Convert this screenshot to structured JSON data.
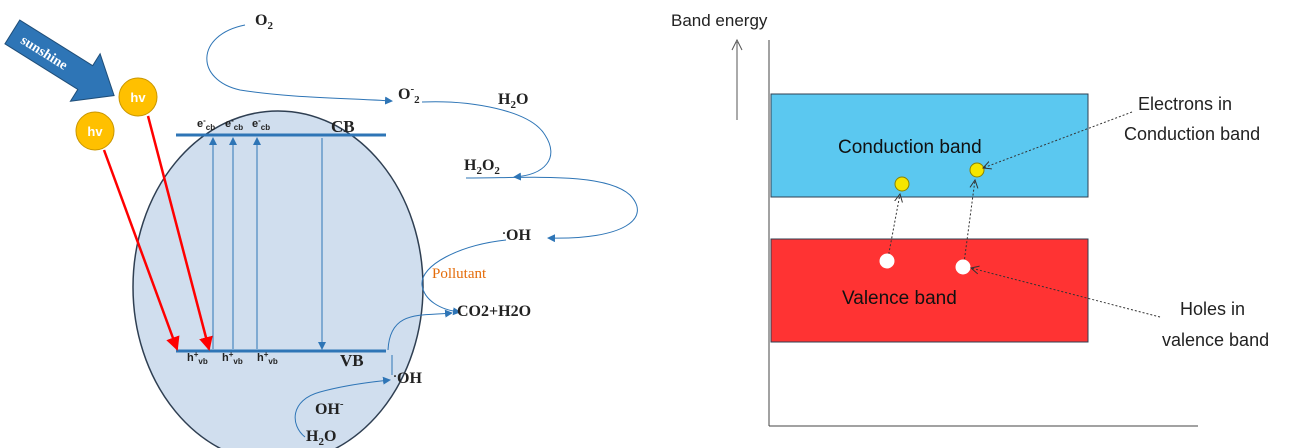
{
  "left": {
    "sunshine": "sunshine",
    "hv": "hv",
    "cb": "CB",
    "vb": "VB",
    "e_base": "e",
    "e_sup": "-",
    "e_sub": "cb",
    "h_base": "h",
    "h_sup": "+",
    "h_sub": "vb",
    "o2_base": "O",
    "o2_sub": "2",
    "o2m_base": "O",
    "o2m_sup": "-",
    "o2m_sub": "2",
    "h2o_base": "H",
    "h2o_sub": "2",
    "h2o_tail": "O",
    "h2o2_base": "H",
    "h2o2_sub1": "2",
    "h2o2_mid": "O",
    "h2o2_sub2": "2",
    "oh_dot": "·",
    "oh": "OH",
    "oh_minus_base": "OH",
    "oh_minus_sup": "-",
    "pollutant": "Pollutant",
    "product": "CO2+H2O",
    "colors": {
      "circle_fill": "#d0deee",
      "circle_stroke": "#2f3f52",
      "band_line": "#2e75b6",
      "arrow_blue": "#2e75b6",
      "arrow_red": "#ff0000",
      "photon_fill": "#ffc000",
      "pollutant_text": "#e46c0a"
    }
  },
  "right": {
    "axis_label": "Band energy",
    "conduction": "Conduction band",
    "valence": "Valence band",
    "electrons_line1": "Electrons in",
    "electrons_line2": "Conduction band",
    "holes_line1": "Holes in",
    "holes_line2": "valence band",
    "colors": {
      "conduction_fill": "#5bc8f0",
      "valence_fill": "#ff3333",
      "electron_fill": "#f5e600",
      "hole_fill": "#ffffff"
    }
  }
}
